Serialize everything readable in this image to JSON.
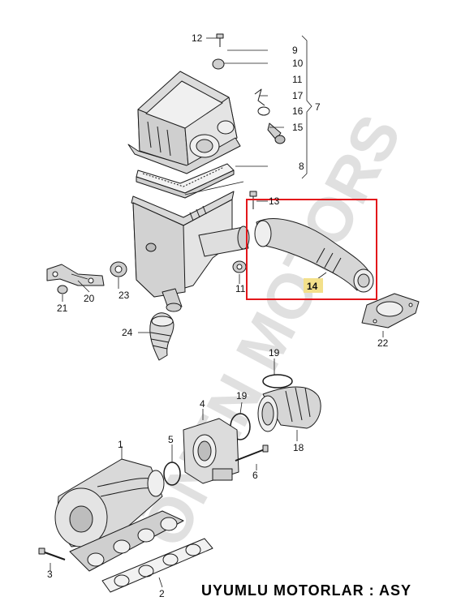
{
  "watermark": "ÖNEN MOTORS",
  "footer": {
    "text": "UYUMLU MOTORLAR : ASY"
  },
  "callouts": {
    "c1": "1",
    "c2": "2",
    "c3": "3",
    "c4": "4",
    "c5": "5",
    "c6": "6",
    "c7": "7",
    "c8": "8",
    "c9": "9",
    "c10": "10",
    "c11a": "11",
    "c11b": "11",
    "c12": "12",
    "c13": "13",
    "c14": "14",
    "c15": "15",
    "c16": "16",
    "c17": "17",
    "c18": "18",
    "c19a": "19",
    "c19b": "19",
    "c20": "20",
    "c21": "21",
    "c22": "22",
    "c23": "23",
    "c24": "24"
  },
  "colors": {
    "line": "#1a1a1a",
    "part_fill": "#e6e6e6",
    "part_shade": "#bdbdbd",
    "highlight_box": "#e3171b",
    "highlight_label": "#f3e08a",
    "watermark": "#bdbdbd"
  }
}
